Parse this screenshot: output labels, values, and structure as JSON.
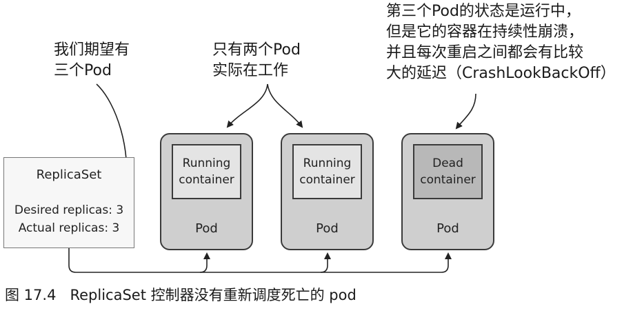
{
  "annotations": {
    "desired": "我们期望有\n三个Pod",
    "two_running": "只有两个Pod\n实际在工作",
    "third_pod": "第三个Pod的状态是运行中，\n但是它的容器在持续性崩溃，\n并且每次重启之间都会有比较\n大的延迟（CrashLookBackOff）"
  },
  "replicaset": {
    "title": "ReplicaSet",
    "desired": "Desired replicas: 3",
    "actual": "Actual replicas: 3"
  },
  "pods": [
    {
      "container": "Running\ncontainer",
      "label": "Pod",
      "state": "running"
    },
    {
      "container": "Running\ncontainer",
      "label": "Pod",
      "state": "running"
    },
    {
      "container": "Dead\ncontainer",
      "label": "Pod",
      "state": "dead"
    }
  ],
  "caption": "图 17.4   ReplicaSet 控制器没有重新调度死亡的 pod"
}
